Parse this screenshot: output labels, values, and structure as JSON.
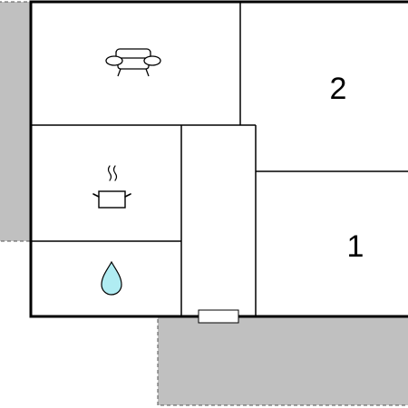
{
  "floorplan": {
    "rooms": [
      {
        "number": "2",
        "icon": "none"
      },
      {
        "number": "1",
        "icon": "none"
      },
      {
        "number": "",
        "icon": "sofa-icon"
      },
      {
        "number": "",
        "icon": "cooking-pot-icon"
      },
      {
        "number": "",
        "icon": "water-drop-icon"
      }
    ],
    "colors": {
      "wall": "#000000",
      "outdoor_area": "#c0c0c0",
      "outdoor_border": "#555555",
      "water_drop": "#b0ecf2",
      "background": "#ffffff"
    }
  }
}
